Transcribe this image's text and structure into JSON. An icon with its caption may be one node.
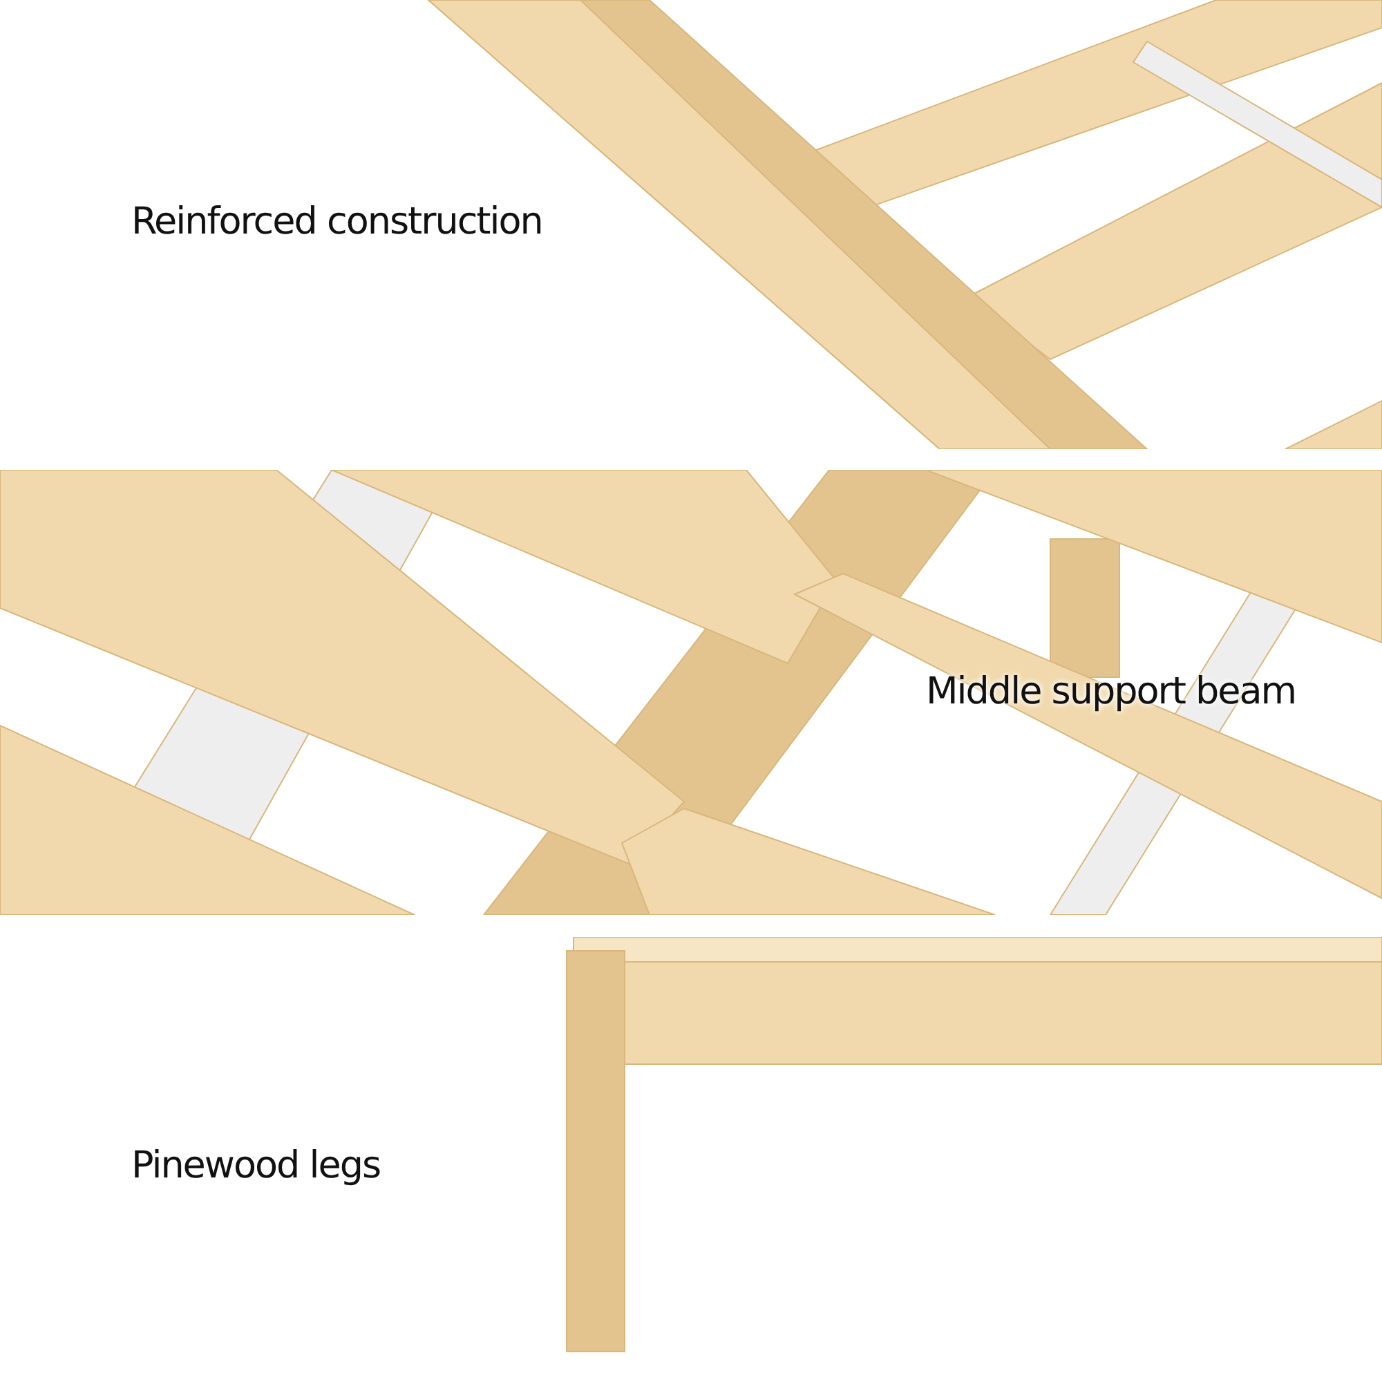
{
  "diagram": {
    "labels": [
      "Reinforced construction",
      "Middle support beam",
      "Pinewood legs"
    ]
  }
}
